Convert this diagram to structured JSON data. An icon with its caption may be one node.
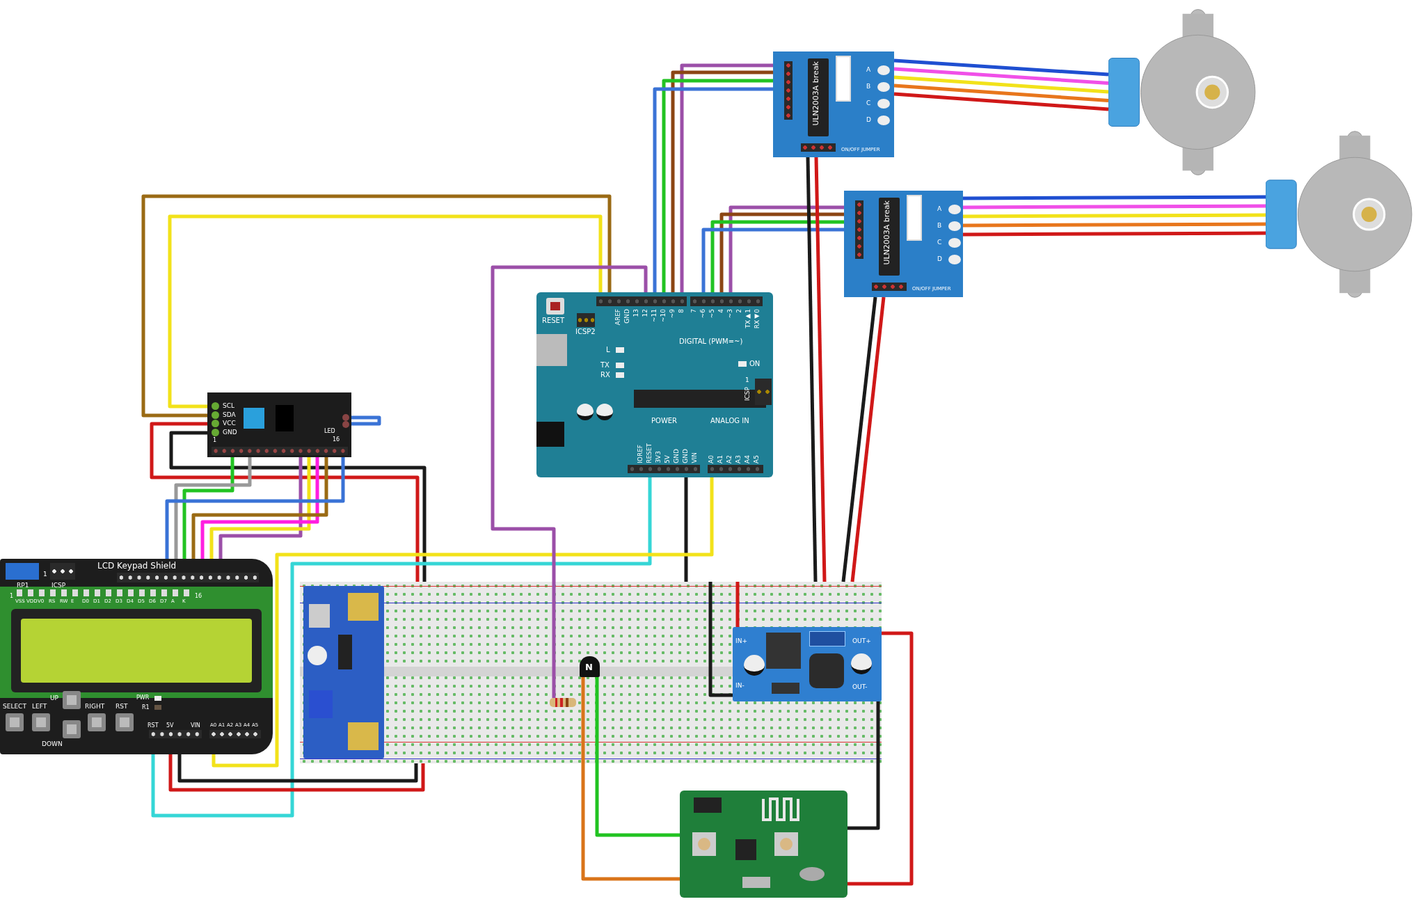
{
  "diagram": {
    "nodes": [
      {
        "text": [
          "ULN2003A break",
          "A",
          "B",
          "C",
          "D",
          "ON/OFF JUMPER"
        ]
      },
      {
        "text": [],
        "shape": "picture"
      },
      {
        "text": [
          "ULN2003A break",
          "A",
          "B",
          "C",
          "D",
          "ON/OFF JUMPER"
        ]
      },
      {
        "text": [],
        "shape": "picture"
      },
      {
        "text": [
          "RESET",
          "ICSP2",
          "AREF",
          "GND",
          "13",
          "12",
          "~11",
          "~10",
          "~9",
          "8",
          "7",
          "~6",
          "~5",
          "4",
          "~3",
          "2",
          "TX▶1",
          "RX◀0",
          "DIGITAL (PWM=~)",
          "L",
          "TX",
          "RX",
          "ON",
          "1",
          "ICSP",
          "IOREF",
          "RESET",
          "3V3",
          "5V",
          "GND",
          "GND",
          "VIN",
          "POWER",
          "ANALOG IN",
          "A0",
          "A1",
          "A2",
          "A3",
          "A4",
          "A5"
        ]
      },
      {
        "text": [
          "SCL",
          "SDA",
          "VCC",
          "GND",
          "1",
          "LED",
          "16"
        ]
      },
      {
        "text": [
          "LCD Keypad Shield",
          "RP1",
          "1",
          "ICSP",
          "1",
          "VSS",
          "VDD",
          "V0",
          "RS",
          "RW",
          "E",
          "D0",
          "D1",
          "D2",
          "D3",
          "D4",
          "D5",
          "D6",
          "D7",
          "A",
          "K",
          "16",
          "UP",
          "SELECT",
          "LEFT",
          "RIGHT",
          "RST",
          "DOWN",
          "PWR",
          "R1",
          "RST",
          "5V",
          "VIN",
          "A0",
          "A1",
          "A2",
          "A3",
          "A4",
          "A5"
        ]
      },
      {
        "text": [],
        "shape": "picture"
      },
      {
        "text": [],
        "shape": "picture",
        "in": 7
      },
      {
        "text": [
          "IN+",
          "IN-",
          "OUT+",
          "OUT-"
        ],
        "in": 7
      },
      {
        "text": [
          "N"
        ],
        "in": 7
      },
      {
        "text": [],
        "shape": "picture",
        "in": 7
      },
      {
        "text": [],
        "shape": "picture"
      }
    ],
    "edges": [
      {
        "from": 4,
        "to": 0,
        "arrow": "none",
        "color": "#9b4fa8"
      },
      {
        "from": 4,
        "to": 0,
        "arrow": "none",
        "color": "#8b4513"
      },
      {
        "from": 4,
        "to": 0,
        "arrow": "none",
        "color": "#22c322"
      },
      {
        "from": 4,
        "to": 0,
        "arrow": "none",
        "color": "#3a73d6"
      },
      {
        "from": 4,
        "to": 2,
        "arrow": "none",
        "color": "#9b4fa8"
      },
      {
        "from": 4,
        "to": 2,
        "arrow": "none",
        "color": "#8b4513"
      },
      {
        "from": 4,
        "to": 2,
        "arrow": "none",
        "color": "#22c322"
      },
      {
        "from": 4,
        "to": 2,
        "arrow": "none",
        "color": "#3a73d6"
      },
      {
        "from": 0,
        "to": 1,
        "arrow": "none",
        "color": "#1f4fd1"
      },
      {
        "from": 0,
        "to": 1,
        "arrow": "none",
        "color": "#f04fe8"
      },
      {
        "from": 0,
        "to": 1,
        "arrow": "none",
        "color": "#f2e21a"
      },
      {
        "from": 0,
        "to": 1,
        "arrow": "none",
        "color": "#e8761c"
      },
      {
        "from": 0,
        "to": 1,
        "arrow": "none",
        "color": "#d01818"
      },
      {
        "from": 2,
        "to": 3,
        "arrow": "none",
        "color": "#1f4fd1"
      },
      {
        "from": 2,
        "to": 3,
        "arrow": "none",
        "color": "#f04fe8"
      },
      {
        "from": 2,
        "to": 3,
        "arrow": "none",
        "color": "#f2e21a"
      },
      {
        "from": 2,
        "to": 3,
        "arrow": "none",
        "color": "#e8761c"
      },
      {
        "from": 2,
        "to": 3,
        "arrow": "none",
        "color": "#d01818"
      },
      {
        "from": 0,
        "to": 7,
        "arrow": "none",
        "color": "#1a1a1a"
      },
      {
        "from": 0,
        "to": 7,
        "arrow": "none",
        "color": "#d01818"
      },
      {
        "from": 2,
        "to": 7,
        "arrow": "none",
        "color": "#1a1a1a"
      },
      {
        "from": 2,
        "to": 7,
        "arrow": "none",
        "color": "#d01818"
      },
      {
        "from": 5,
        "to": 4,
        "arrow": "none",
        "color": "#f2e21a"
      },
      {
        "from": 5,
        "to": 4,
        "arrow": "none",
        "color": "#9a6a14"
      },
      {
        "from": 5,
        "to": 7,
        "arrow": "none",
        "color": "#d01818"
      },
      {
        "from": 5,
        "to": 7,
        "arrow": "none",
        "color": "#1a1a1a"
      },
      {
        "from": 5,
        "to": 5,
        "arrow": "none",
        "color": "#3a73d6"
      },
      {
        "from": 5,
        "to": 6,
        "arrow": "none",
        "color": "#22c322"
      },
      {
        "from": 5,
        "to": 6,
        "arrow": "none",
        "color": "#999999"
      },
      {
        "from": 5,
        "to": 6,
        "arrow": "none",
        "color": "#9b4fa8"
      },
      {
        "from": 5,
        "to": 6,
        "arrow": "none",
        "color": "#f2e21a"
      },
      {
        "from": 5,
        "to": 6,
        "arrow": "none",
        "color": "#ff1ee0"
      },
      {
        "from": 5,
        "to": 6,
        "arrow": "none",
        "color": "#9a6a14"
      },
      {
        "from": 5,
        "to": 6,
        "arrow": "none",
        "color": "#3a73d6"
      },
      {
        "from": 4,
        "to": 6,
        "arrow": "none",
        "color": "#35d6d6"
      },
      {
        "from": 4,
        "to": 7,
        "arrow": "none",
        "color": "#1a1a1a"
      },
      {
        "from": 4,
        "to": 6,
        "arrow": "none",
        "color": "#f2e21a"
      },
      {
        "from": 6,
        "to": 7,
        "arrow": "none",
        "color": "#d01818"
      },
      {
        "from": 6,
        "to": 7,
        "arrow": "none",
        "color": "#1a1a1a"
      },
      {
        "from": 4,
        "to": 11,
        "arrow": "none",
        "color": "#9b4fa8"
      },
      {
        "from": 7,
        "to": 9,
        "arrow": "none",
        "color": "#d01818"
      },
      {
        "from": 7,
        "to": 9,
        "arrow": "none",
        "color": "#1a1a1a"
      },
      {
        "from": 9,
        "to": 12,
        "arrow": "none",
        "color": "#d01818"
      },
      {
        "from": 9,
        "to": 12,
        "arrow": "none",
        "color": "#1a1a1a"
      },
      {
        "from": 10,
        "to": 12,
        "arrow": "none",
        "color": "#22c322"
      },
      {
        "from": 10,
        "to": 12,
        "arrow": "none",
        "color": "#d9741a"
      }
    ]
  }
}
